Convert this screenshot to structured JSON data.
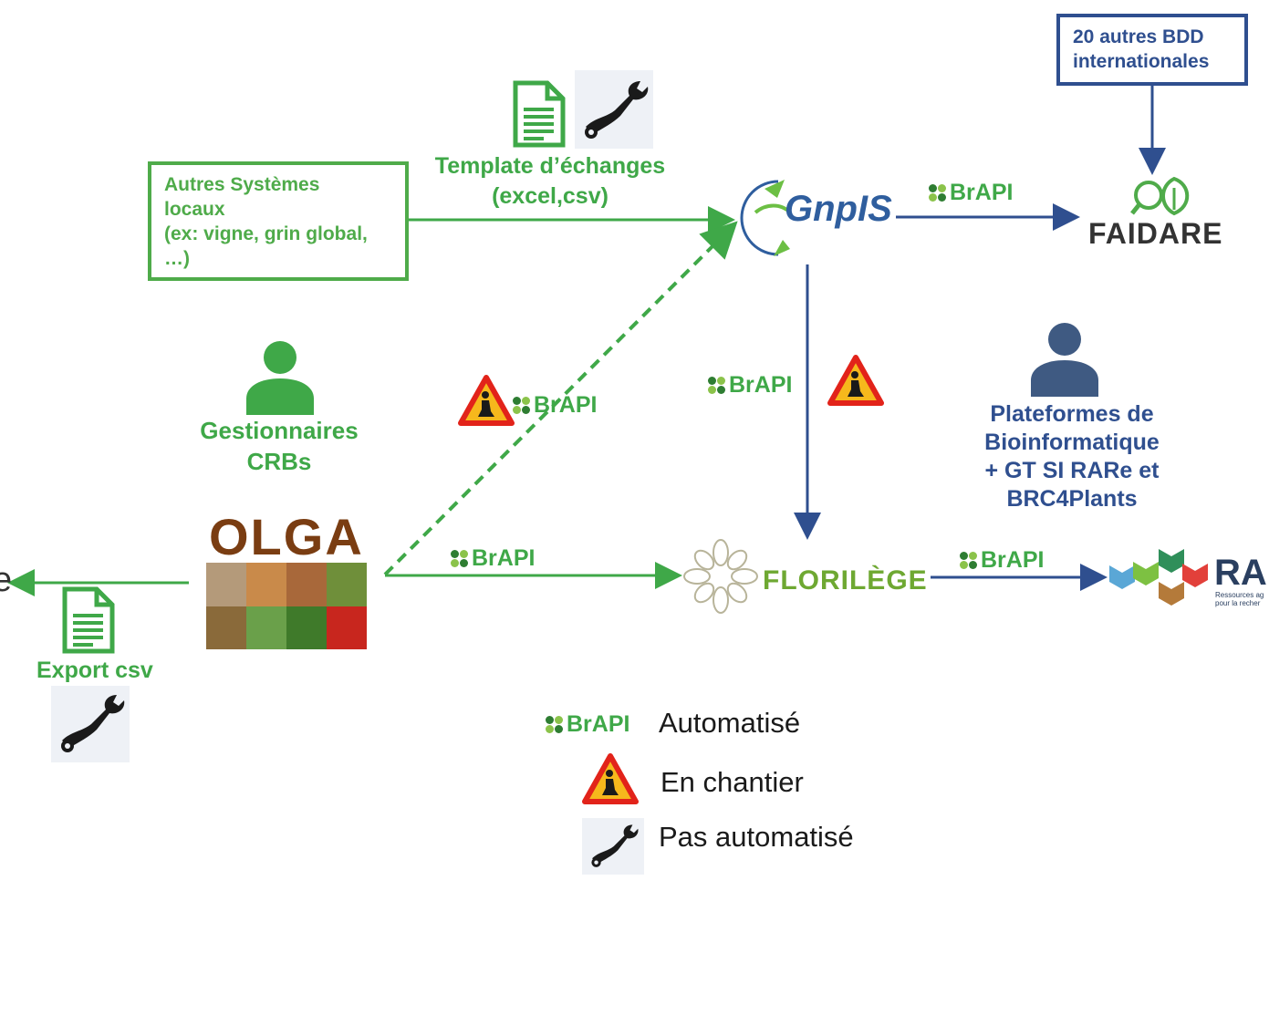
{
  "nodes": {
    "other_dbs": {
      "line1": "20 autres BDD",
      "line2": "internationales"
    },
    "other_systems": {
      "line1": "Autres  Systèmes",
      "line2": "locaux",
      "line3": "(ex: vigne, grin global,",
      "line4": "…)"
    },
    "template": {
      "line1": "Template d’échanges",
      "line2": "(excel,csv)"
    },
    "gnpis": {
      "name": "GnpIS"
    },
    "faidare": {
      "name": "FAIDARE"
    },
    "gestionnaires": {
      "line1": "Gestionnaires",
      "line2": "CRBs"
    },
    "olga": {
      "name": "OLGA"
    },
    "florilege": {
      "name": "FLORILÈGE"
    },
    "plateformes": {
      "line1": "Plateformes de",
      "line2": "Bioinformatique",
      "line3": "+ GT SI RARe et",
      "line4": "BRC4Plants"
    },
    "rare": {
      "name": "RAI",
      "sub1": "Ressources ag",
      "sub2": "pour la recher"
    },
    "export": {
      "label": "Export csv"
    },
    "left_cut": {
      "char": "e"
    }
  },
  "edges": {
    "gnpis_faidare": {
      "label": "BrAPI"
    },
    "gnpis_florilege": {
      "label": "BrAPI"
    },
    "olga_gnpis": {
      "label": "BrAPI"
    },
    "olga_florilege": {
      "label": "BrAPI"
    },
    "florilege_rare": {
      "label": "BrAPI"
    }
  },
  "legend": {
    "brapi_label": "BrAPI",
    "automated": "Automatisé",
    "in_progress": "En chantier",
    "not_automated": "Pas automatisé"
  },
  "colors": {
    "green": "#3fa848",
    "blue": "#2f4f8f",
    "olga_brown": "#7a3d12",
    "warning_red": "#e2231a",
    "warning_yellow": "#f6b81c"
  },
  "icons": {
    "brapi": "brapi-clover-icon",
    "warning": "roadwork-warning-icon",
    "wrench": "wrench-hand-icon",
    "document": "document-icon",
    "person": "person-icon"
  }
}
